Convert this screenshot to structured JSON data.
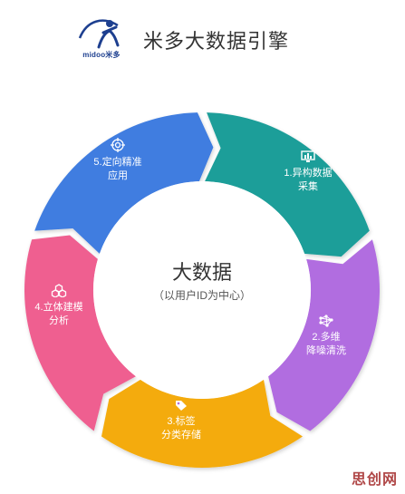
{
  "header": {
    "logo_text": "midoo米多",
    "title": "米多大数据引擎"
  },
  "center": {
    "title": "大数据",
    "subtitle": "（以用户ID为中心）"
  },
  "segments": [
    {
      "line1": "1.异构数据",
      "line2": "采集",
      "color": "#3f7de0",
      "icon": "monitor-chart-icon"
    },
    {
      "line1": "2.多维",
      "line2": "降噪清洗",
      "color": "#1a9e99",
      "icon": "network-icon"
    },
    {
      "line1": "3.标签",
      "line2": "分类存储",
      "color": "#b16de0",
      "icon": "tag-icon"
    },
    {
      "line1": "4.立体建模",
      "line2": "分析",
      "color": "#f4ab0a",
      "icon": "cubes-icon"
    },
    {
      "line1": "5.定向精准",
      "line2": "应用",
      "color": "#ef5f90",
      "icon": "target-icon"
    }
  ],
  "watermark": "思创网"
}
